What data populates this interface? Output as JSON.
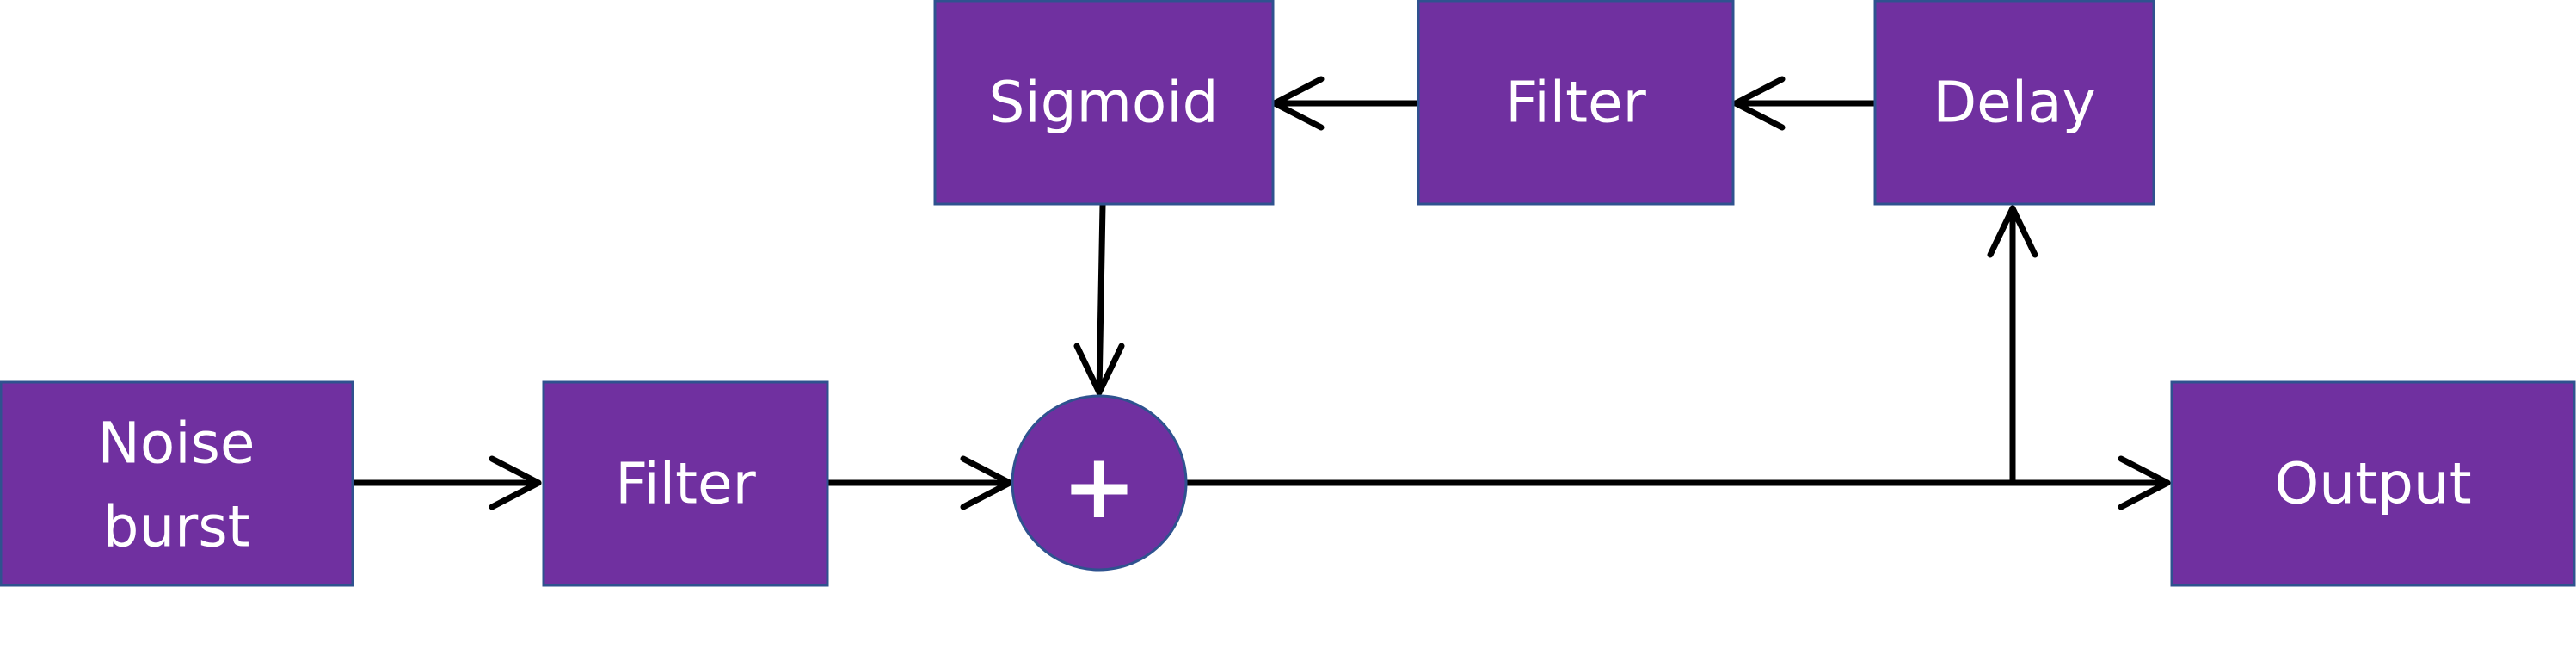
{
  "diagram": {
    "title": "",
    "colors": {
      "block_fill": "#7030a0",
      "block_border": "#2f528f",
      "text": "#ffffff",
      "wire": "#000000",
      "background": "#ffffff"
    },
    "blocks": {
      "noise_burst": {
        "line1": "Noise",
        "line2": "burst"
      },
      "filter_main": {
        "label": "Filter"
      },
      "summer": {
        "symbol": "+"
      },
      "output": {
        "label": "Output"
      },
      "sigmoid": {
        "label": "Sigmoid"
      },
      "filter_feedback": {
        "label": "Filter"
      },
      "delay": {
        "label": "Delay"
      }
    }
  }
}
